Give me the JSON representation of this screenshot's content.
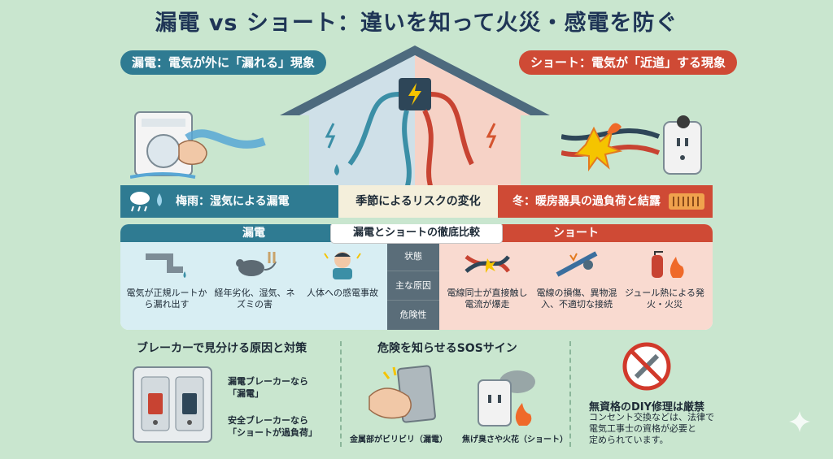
{
  "title": "漏電 vs ショート：違いを知って火災・感電を防ぐ",
  "left_label": "漏電：電気が外に「漏れる」現象",
  "right_label": "ショート：電気が「近道」する現象",
  "band": {
    "left": "梅雨：湿気による漏電",
    "middle": "季節によるリスクの変化",
    "right": "冬：暖房器具の過負荷と結露"
  },
  "comparison": {
    "title": "漏電とショートの徹底比較",
    "left_head": "漏電",
    "right_head": "ショート",
    "rows": [
      "状態",
      "主な原因",
      "危険性"
    ],
    "left_cells": [
      "電気が正規ルートから漏れ出す",
      "経年劣化、湿気、ネズミの害",
      "人体への感電事故"
    ],
    "right_cells": [
      "電線同士が直接触し電流が爆走",
      "電線の損傷、異物混入、不適切な接続",
      "ジュール熱による発火・火災"
    ]
  },
  "breaker": {
    "title": "ブレーカーで見分ける原因と対策",
    "leak_line1": "漏電ブレーカーなら",
    "leak_line2": "「漏電」",
    "safe_line1": "安全ブレーカーなら",
    "safe_line2": "「ショートが過負荷」"
  },
  "sos": {
    "title": "危険を知らせるSOSサイン",
    "sign1": "金属部がビリビリ（漏電）",
    "sign2": "焦げ臭さや火花（ショート）"
  },
  "diy": {
    "title": "無資格のDIY修理は厳禁",
    "line1": "コンセント交換などは、法律で",
    "line2": "電気工事士の資格が必要と",
    "line3": "定められています。"
  },
  "colors": {
    "bg": "#c9e6cf",
    "leak": "#2f7b92",
    "short": "#cf4a35",
    "dark": "#1f3556"
  }
}
